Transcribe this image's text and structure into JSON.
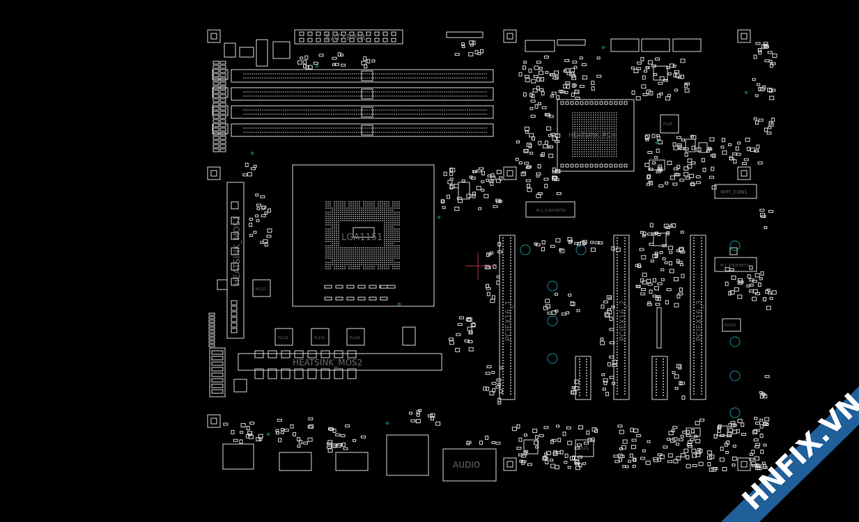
{
  "board_labels": {
    "eatx_power": "EATXPWR",
    "cpu_socket": "LGA1151",
    "heatsink_pch": "HEATSINK_PCH",
    "heatsink_mos1": "HEATSINK_MOS1",
    "heatsink_mos2": "HEATSINK_MOS2",
    "pcie_x16_1": "PCIEX16_1",
    "pcie_x16_2": "PCIEX16_2",
    "pcie_x16_3": "PCIEX16_3",
    "audio": "AUDIO",
    "wifi": "WIFI_CON1",
    "m2_1": "M.2_1(SOCKET3)",
    "m2_2": "M.2_2(SOCKET3)",
    "pl111": "PL111",
    "pl121": "PL121",
    "pl131": "PL131",
    "pl141": "PL141",
    "pu102": "PU102",
    "pu1": "P1U5",
    "ou1": "OU1",
    "px1": "PX1",
    "aur": "AUR"
  },
  "watermark": "HNFIX.VN",
  "colors": {
    "background": "#000000",
    "outline": "#d8d8d8",
    "label": "#6a6a6a",
    "via": "#1c8e9c",
    "marker": "#c0304a",
    "watermark_band": "#1f5f9a"
  }
}
